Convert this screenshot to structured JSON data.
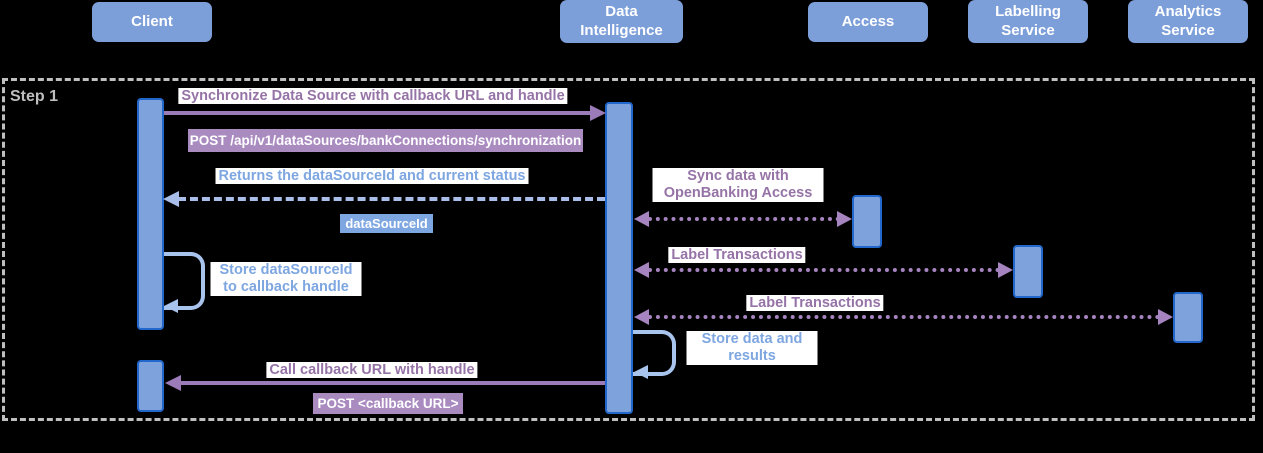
{
  "frame": {
    "label": "Step 1"
  },
  "actors": [
    {
      "id": "client",
      "label": "Client"
    },
    {
      "id": "data-intelligence",
      "label": "Data Intelligence"
    },
    {
      "id": "access",
      "label": "Access"
    },
    {
      "id": "labelling-service",
      "label": "Labelling Service"
    },
    {
      "id": "analytics-service",
      "label": "Analytics Service"
    }
  ],
  "messages": {
    "sync_request": {
      "label": "Synchronize Data Source with callback URL and handle",
      "endpoint": "POST /api/v1/dataSources/bankConnections/synchronization",
      "from": "Client",
      "to": "Data Intelligence",
      "style": "solid-arrow-right"
    },
    "returns_status": {
      "label": "Returns the dataSourceId and current status",
      "badge": "dataSourceId",
      "from": "Data Intelligence",
      "to": "Client",
      "style": "dashed-arrow-left"
    },
    "store_datasource": {
      "label": "Store dataSourceId to callback handle",
      "on": "Client",
      "style": "self-loop"
    },
    "sync_openbanking": {
      "label": "Sync data with OpenBanking Access",
      "from": "Data Intelligence",
      "to": "Access",
      "style": "dotted-bidirectional"
    },
    "label_transactions_1": {
      "label": "Label Transactions",
      "from": "Data Intelligence",
      "to": "Labelling Service",
      "style": "dotted-bidirectional"
    },
    "label_transactions_2": {
      "label": "Label Transactions",
      "from": "Data Intelligence",
      "to": "Analytics Service",
      "style": "dotted-bidirectional"
    },
    "store_results": {
      "label": "Store data and results",
      "on": "Data Intelligence",
      "style": "self-loop"
    },
    "callback_call": {
      "label": "Call callback URL with handle",
      "endpoint": "POST <callback URL>",
      "from": "Data Intelligence",
      "to": "Client",
      "style": "solid-arrow-left"
    }
  },
  "colors": {
    "background": "#000000",
    "actor_fill": "#7D9FD9",
    "actor_text": "#FFFFFF",
    "activation_fill": "#7EA3DC",
    "activation_border": "#2268CC",
    "purple_text": "#9673A6",
    "purple_badge_fill": "#A98BC0",
    "purple_solid_arrow": "#9B7BB8",
    "purple_dotted_arrow": "#A584BF",
    "blue_text": "#7EA6E0",
    "blue_badge_fill": "#7EA6E0",
    "blue_dashed_arrow": "#A8BEE8",
    "self_loop_arrow": "#A9C4EC",
    "frame_border": "#BFBFBF",
    "label_background": "#FFFFFF"
  }
}
